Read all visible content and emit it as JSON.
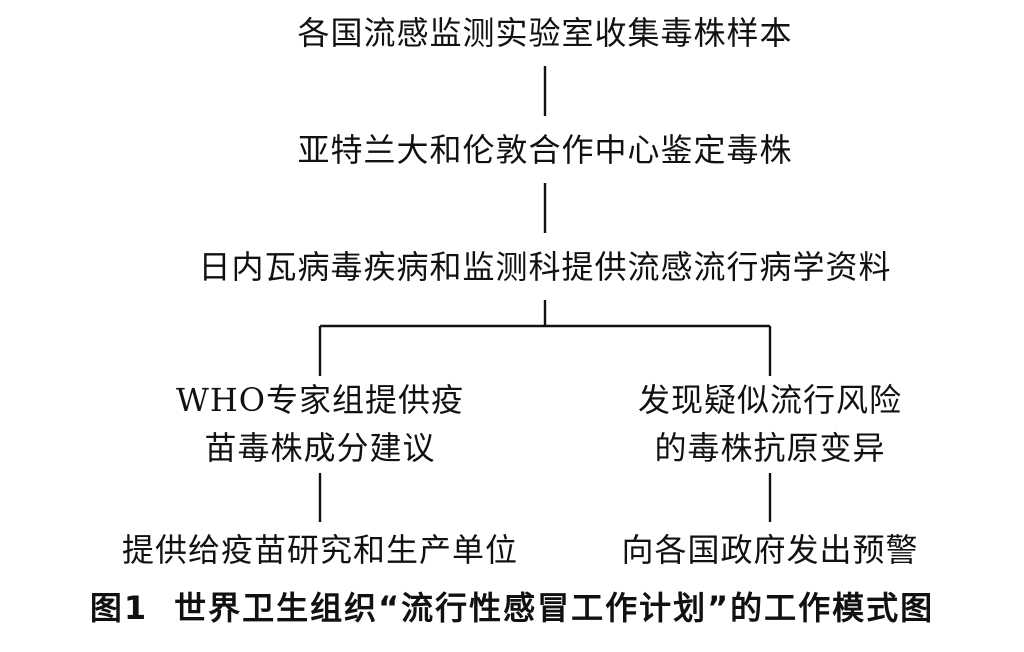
{
  "nodes": {
    "collect_samples": "各国流感监测实验室收集毒株样本",
    "identify_strains": "亚特兰大和伦敦合作中心鉴定毒株",
    "provide_epidemiology": "日内瓦病毒疾病和监测科提供流感流行病学资料",
    "who_expert_recommend": [
      "WHO专家组提供疫",
      "苗毒株成分建议"
    ],
    "detect_variation": [
      "发现疑似流行风险",
      "的毒株抗原变异"
    ],
    "provide_to_vaccine_producers": "提供给疫苗研究和生产单位",
    "warn_governments": "向各国政府发出预警"
  },
  "caption": {
    "label": "图1",
    "text": "世界卫生组织“流行性感冒工作计划”的工作模式图"
  }
}
